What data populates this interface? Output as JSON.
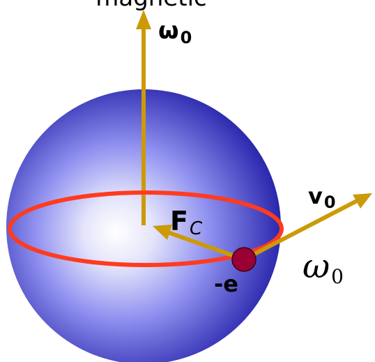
{
  "labels": {
    "top_title": "magnetic",
    "omega_top_main": "ω",
    "omega_top_sub": "0",
    "force_main": "F",
    "force_sub": "C",
    "velocity_main": "v",
    "velocity_sub": "0",
    "electron_charge": "-e",
    "omega_right_main": "ω",
    "omega_right_sub": "0"
  },
  "colors": {
    "arrow": "#cc9a08",
    "orbit": "#ff3b1f",
    "electron": "#990033",
    "sphere_center": "#ffffff",
    "sphere_mid": "#8f90f0",
    "sphere_edge": "#2320a8"
  }
}
